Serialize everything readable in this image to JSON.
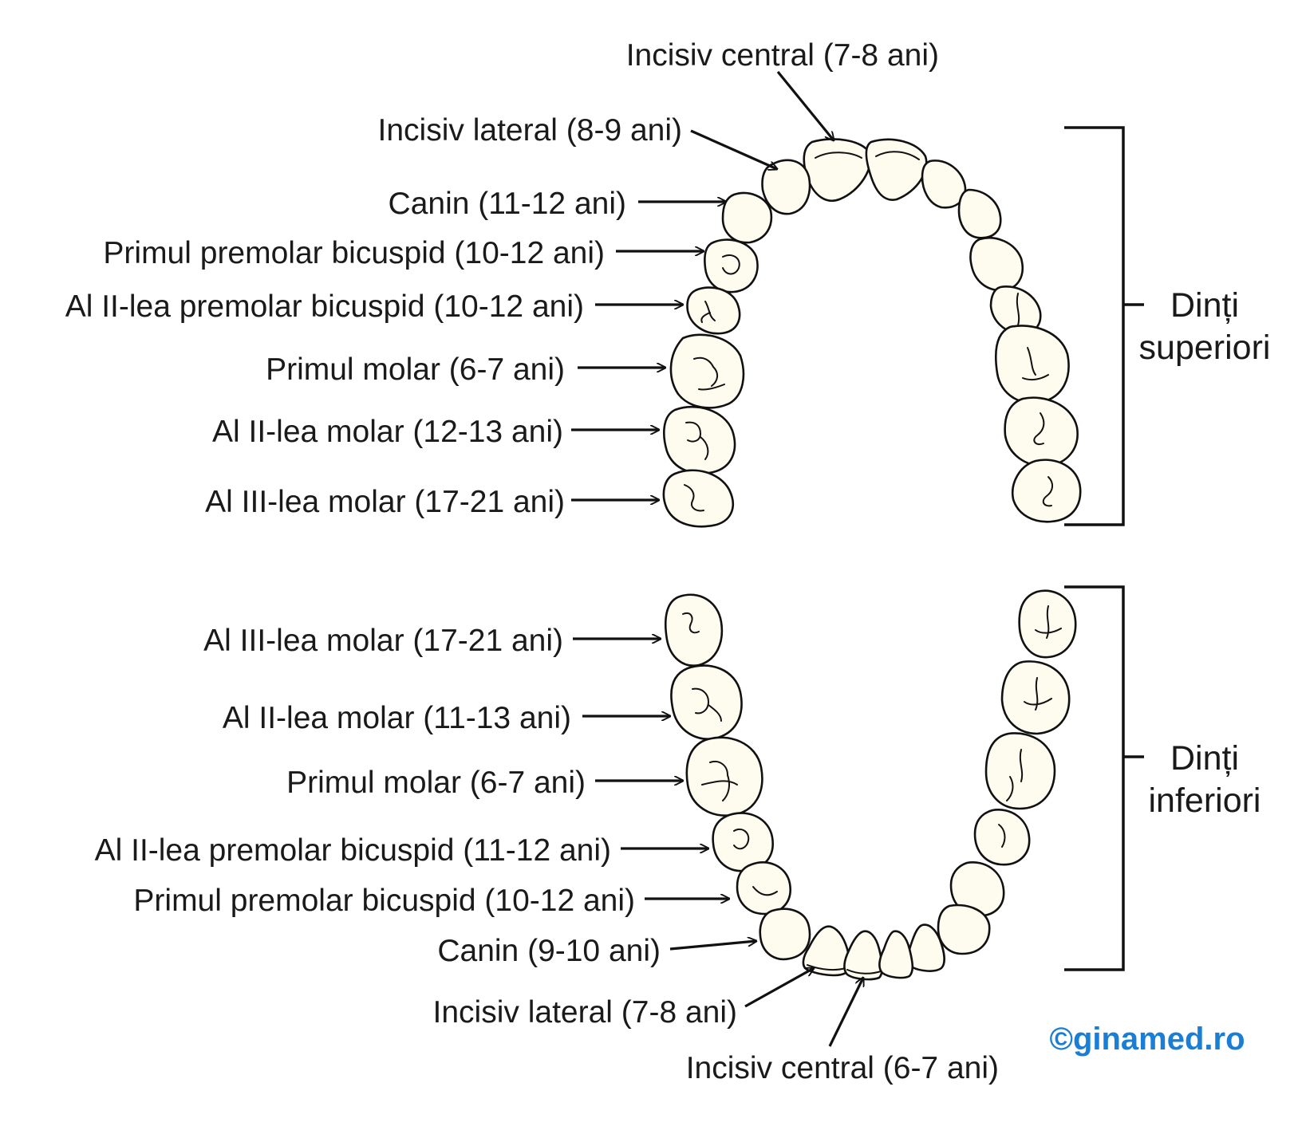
{
  "upper": {
    "group_line1": "Dinți",
    "group_line2": "superiori",
    "labels": [
      {
        "id": "upper-incisiv-central",
        "text": "Incisiv central (7-8 ani)"
      },
      {
        "id": "upper-incisiv-lateral",
        "text": "Incisiv lateral (8-9 ani)"
      },
      {
        "id": "upper-canin",
        "text": "Canin (11-12 ani)"
      },
      {
        "id": "upper-primul-premolar",
        "text": "Primul premolar bicuspid (10-12 ani)"
      },
      {
        "id": "upper-al-ii-lea-premolar",
        "text": "Al II-lea premolar bicuspid (10-12 ani)"
      },
      {
        "id": "upper-primul-molar",
        "text": "Primul molar (6-7 ani)"
      },
      {
        "id": "upper-al-ii-lea-molar",
        "text": "Al II-lea molar (12-13 ani)"
      },
      {
        "id": "upper-al-iii-lea-molar",
        "text": "Al III-lea molar (17-21 ani)"
      }
    ]
  },
  "lower": {
    "group_line1": "Dinți",
    "group_line2": "inferiori",
    "labels": [
      {
        "id": "lower-al-iii-lea-molar",
        "text": "Al III-lea molar (17-21 ani)"
      },
      {
        "id": "lower-al-ii-lea-molar",
        "text": "Al II-lea molar (11-13 ani)"
      },
      {
        "id": "lower-primul-molar",
        "text": "Primul molar (6-7 ani)"
      },
      {
        "id": "lower-al-ii-lea-premolar",
        "text": "Al II-lea premolar bicuspid (11-12 ani)"
      },
      {
        "id": "lower-primul-premolar",
        "text": "Primul premolar bicuspid (10-12 ani)"
      },
      {
        "id": "lower-canin",
        "text": "Canin (9-10 ani)"
      },
      {
        "id": "lower-incisiv-lateral",
        "text": "Incisiv lateral (7-8 ani)"
      },
      {
        "id": "lower-incisiv-central",
        "text": "Incisiv central (6-7 ani)"
      }
    ]
  },
  "watermark": {
    "text": "©ginamed.ro",
    "color": "#1a7fd4"
  },
  "colors": {
    "tooth_fill": "#fdfcef",
    "ink": "#111111"
  }
}
